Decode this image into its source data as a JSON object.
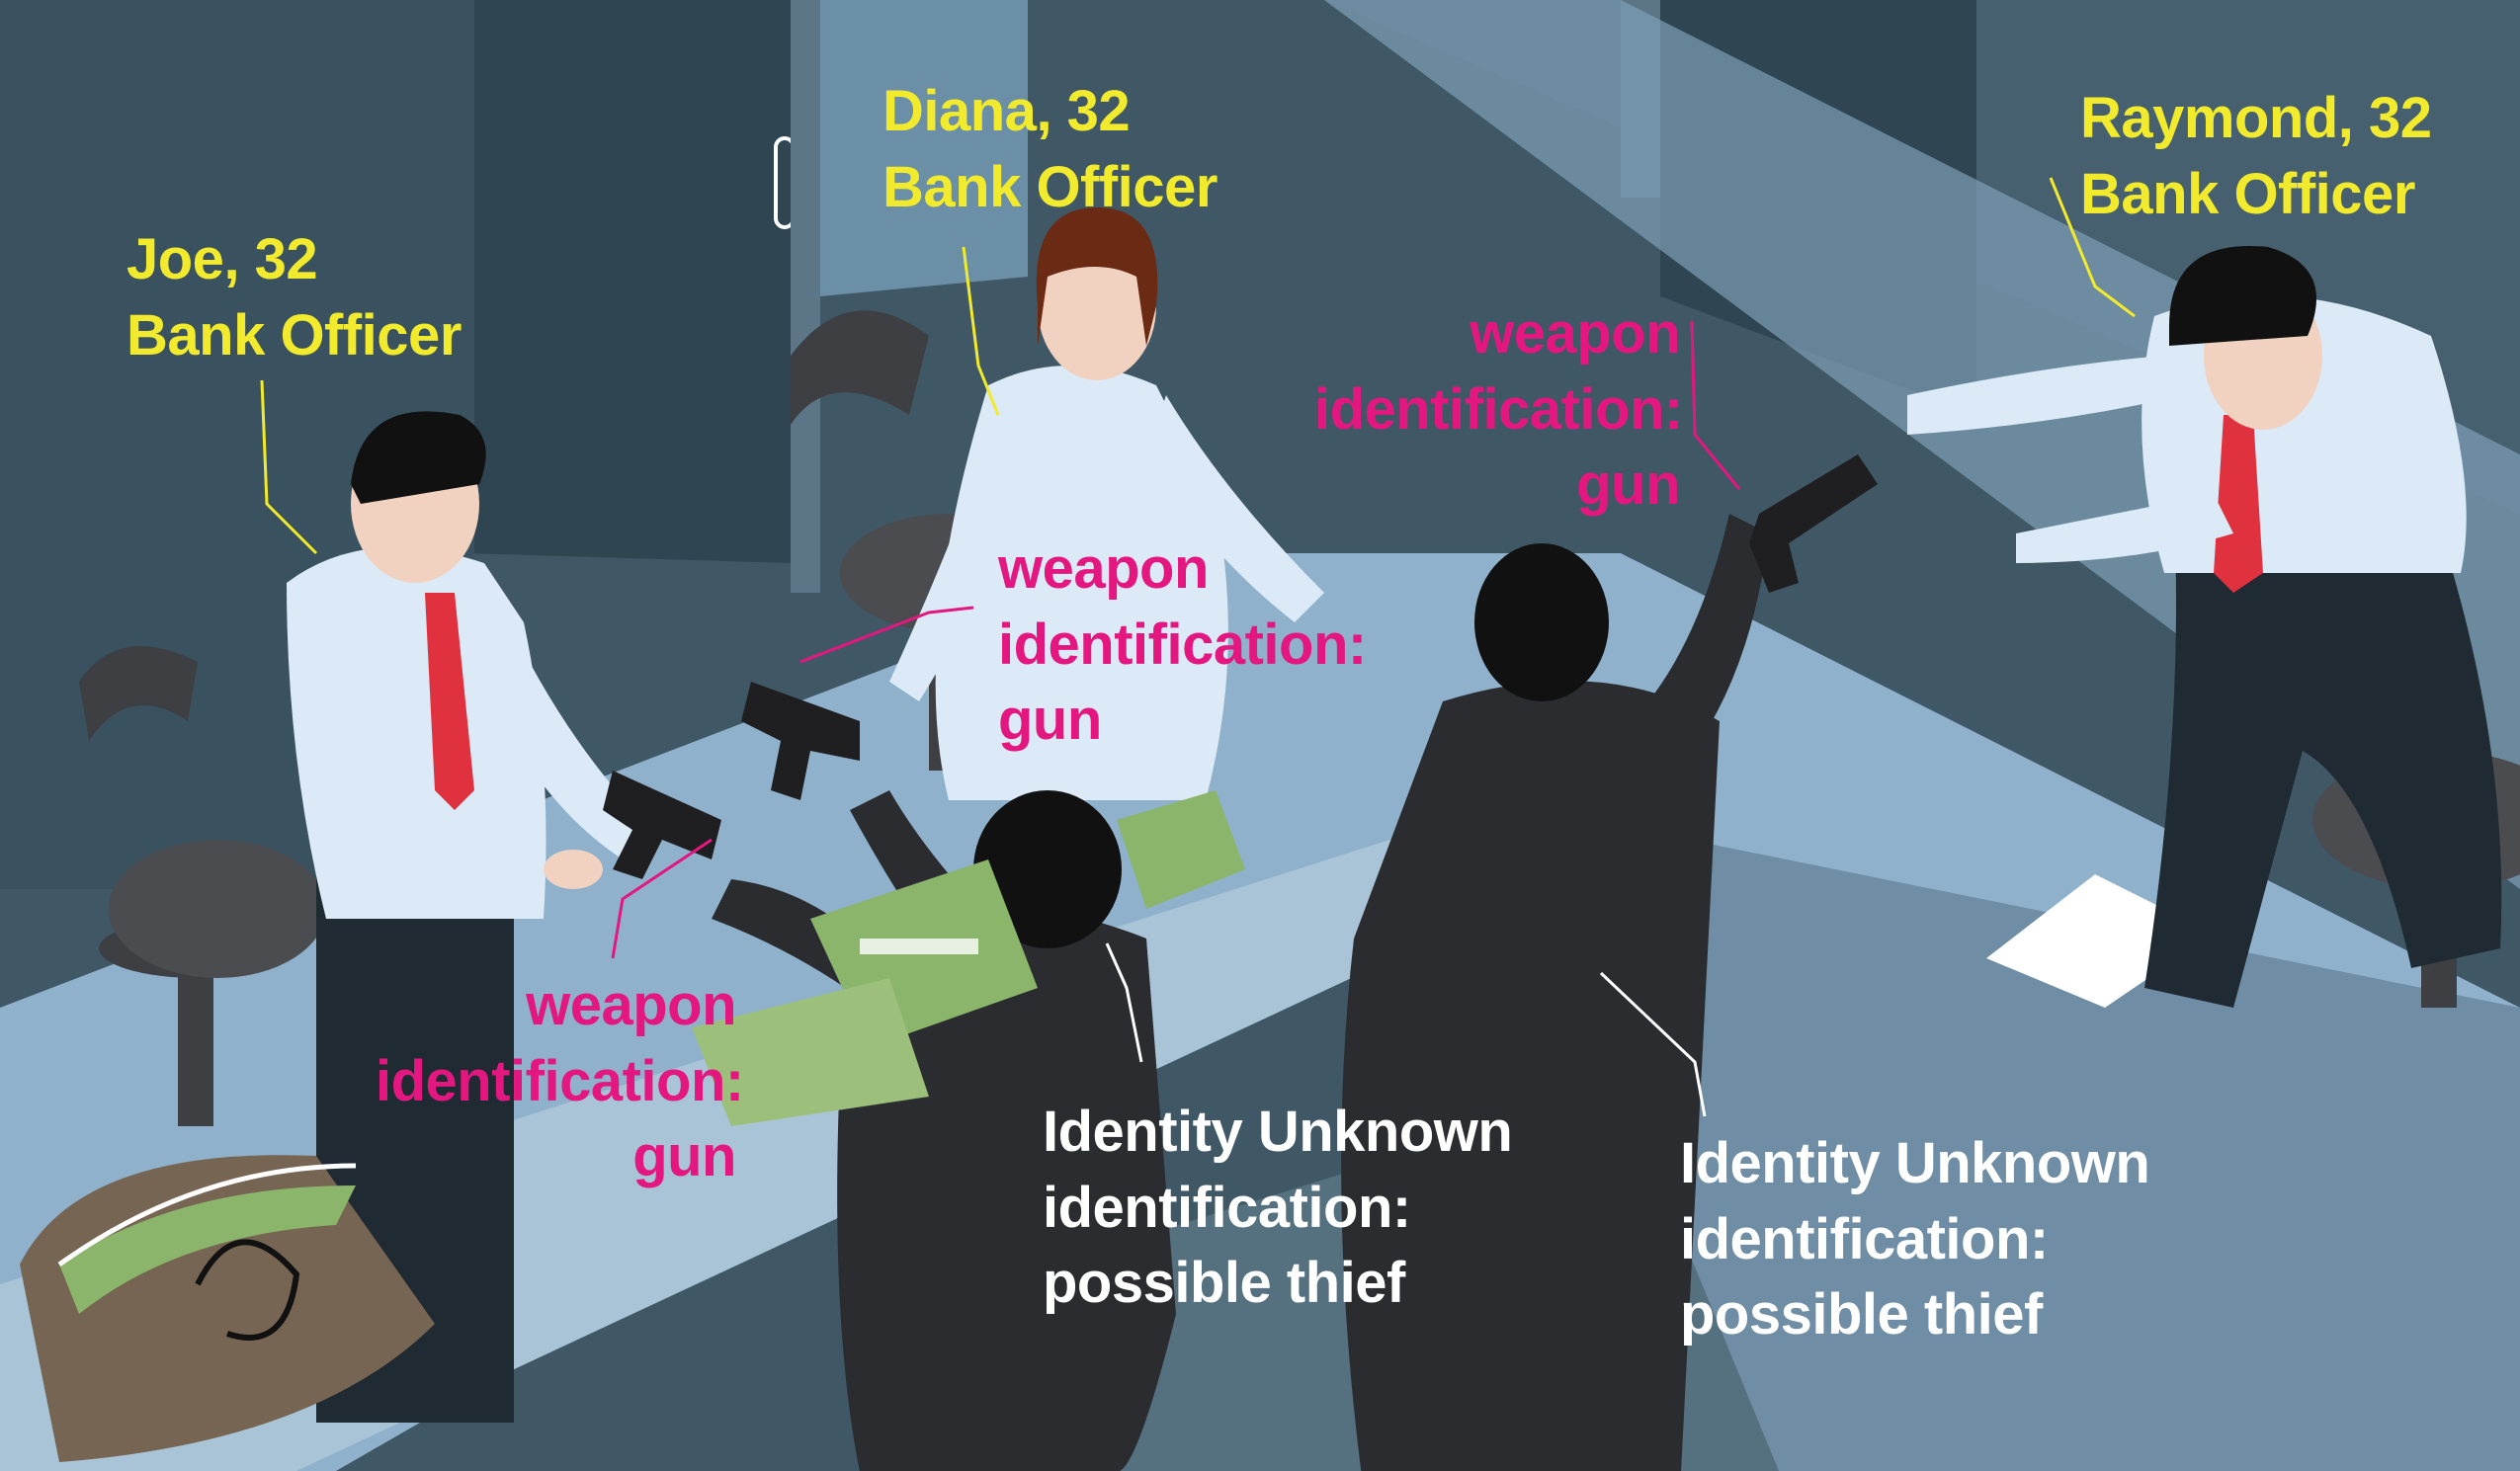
{
  "colors": {
    "officer_label": "#f2ea2c",
    "weapon_label": "#e3177f",
    "unknown_label": "#ffffff",
    "background": "#46606f",
    "counter": "#8fb1cb"
  },
  "labels": {
    "joe": {
      "line1": "Joe, 32",
      "line2": "Bank Officer"
    },
    "diana": {
      "line1": "Diana, 32",
      "line2": "Bank Officer"
    },
    "raymond": {
      "line1": "Raymond, 32",
      "line2": "Bank Officer"
    },
    "weapon_right": {
      "line1": "weapon",
      "line2": "identification:",
      "line3": "gun"
    },
    "weapon_center": {
      "line1": "weapon",
      "line2": "identification:",
      "line3": "gun"
    },
    "weapon_left": {
      "line1": "weapon",
      "line2": "identification:",
      "line3": "gun"
    },
    "unknown_front": {
      "line1": "Identity Unknown",
      "line2": "identification:",
      "line3": "possible thief"
    },
    "unknown_back": {
      "line1": "Identity Unknown",
      "line2": "identification:",
      "line3": "possible thief"
    }
  }
}
